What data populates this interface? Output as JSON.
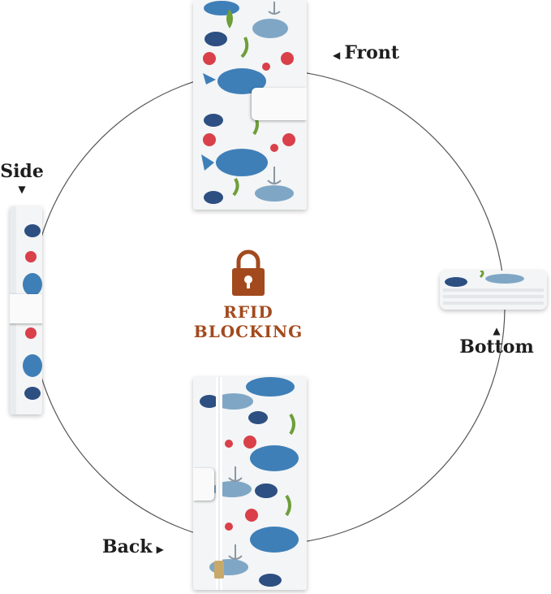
{
  "labels": {
    "front": "Front",
    "side": "Side",
    "bottom": "Bottom",
    "back": "Back"
  },
  "badge": {
    "line1": "RFID",
    "line2": "BLOCKING",
    "color": "#a24a1e",
    "icon": "padlock-icon"
  },
  "colors": {
    "circle": "#666666",
    "whale": "#3f7fb8",
    "crab": "#d9404a",
    "seaweed": "#6f9e3a",
    "background": "#ffffff"
  }
}
